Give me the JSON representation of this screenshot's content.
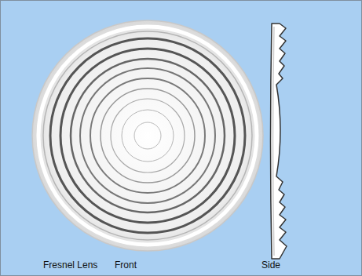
{
  "diagram": {
    "labels": [
      "Fresnel Lens",
      "Front",
      "Side"
    ]
  }
}
